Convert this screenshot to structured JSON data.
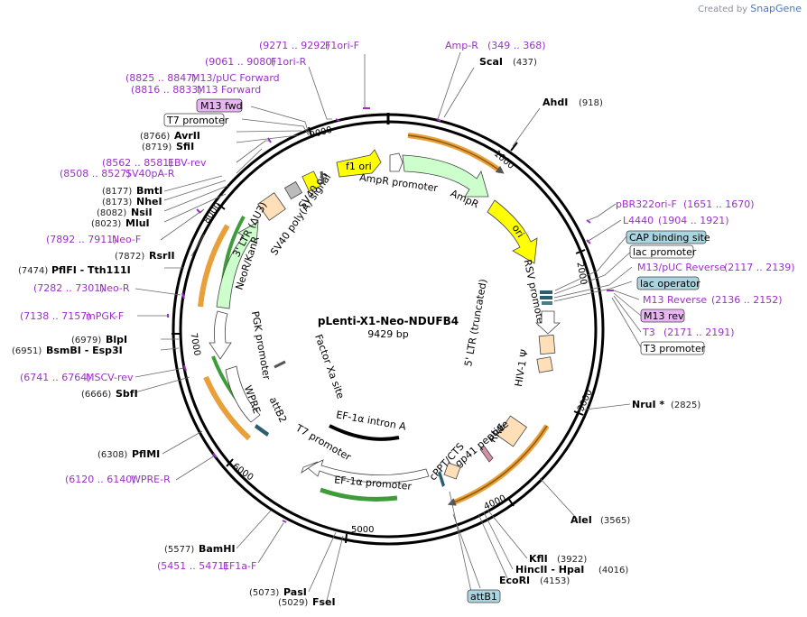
{
  "brand": {
    "prefix": "Created by",
    "name": "SnapGene"
  },
  "plasmid": {
    "name": "pLenti-X1-Neo-NDUFB4",
    "size": "9429 bp"
  },
  "ticks": [
    "1000",
    "2000",
    "3000",
    "4000",
    "5000",
    "6000",
    "7000",
    "8000",
    "9000"
  ],
  "enzymes": [
    {
      "name": "ScaI",
      "pos": "(437)"
    },
    {
      "name": "AhdI",
      "pos": "(918)"
    },
    {
      "name": "NruI *",
      "pos": "(2825)"
    },
    {
      "name": "AleI",
      "pos": "(3565)"
    },
    {
      "name": "KflI",
      "pos": "(3922)"
    },
    {
      "name": "HincII - HpaI",
      "pos": "(4016)"
    },
    {
      "name": "EcoRI",
      "pos": "(4153)"
    },
    {
      "name": "FseI",
      "pos": "(5029)"
    },
    {
      "name": "PasI",
      "pos": "(5073)"
    },
    {
      "name": "BamHI",
      "pos": "(5577)"
    },
    {
      "name": "PflMI",
      "pos": "(6308)"
    },
    {
      "name": "SbfI",
      "pos": "(6666)"
    },
    {
      "name": "BsmBI - Esp3I",
      "pos": "(6951)"
    },
    {
      "name": "BlpI",
      "pos": "(6979)"
    },
    {
      "name": "PflFI - Tth111I",
      "pos": "(7474)"
    },
    {
      "name": "RsrII",
      "pos": "(7872)"
    },
    {
      "name": "MluI",
      "pos": "(8023)"
    },
    {
      "name": "NsiI",
      "pos": "(8082)"
    },
    {
      "name": "NheI",
      "pos": "(8173)"
    },
    {
      "name": "BmtI",
      "pos": "(8177)"
    },
    {
      "name": "SfiI",
      "pos": "(8719)"
    },
    {
      "name": "AvrII",
      "pos": "(8766)"
    }
  ],
  "primers": [
    {
      "name": "F1ori-F",
      "pos": "(9271 .. 9292)"
    },
    {
      "name": "F1ori-R",
      "pos": "(9061 .. 9080)"
    },
    {
      "name": "M13/pUC Forward",
      "pos": "(8825 .. 8847)"
    },
    {
      "name": "M13 Forward",
      "pos": "(8816 .. 8833)"
    },
    {
      "name": "EBV-rev",
      "pos": "(8562 .. 8581)"
    },
    {
      "name": "SV40pA-R",
      "pos": "(8508 .. 8527)"
    },
    {
      "name": "Neo-F",
      "pos": "(7892 .. 7911)"
    },
    {
      "name": "Neo-R",
      "pos": "(7282 .. 7301)"
    },
    {
      "name": "mPGK-F",
      "pos": "(7138 .. 7157)"
    },
    {
      "name": "MSCV-rev",
      "pos": "(6741 .. 6764)"
    },
    {
      "name": "WPRE-R",
      "pos": "(6120 .. 6140)"
    },
    {
      "name": "EF1a-F",
      "pos": "(5451 .. 5471)"
    },
    {
      "name": "Amp-R",
      "pos": "(349 .. 368)"
    },
    {
      "name": "pBR322ori-F",
      "pos": "(1651 .. 1670)"
    },
    {
      "name": "L4440",
      "pos": "(1904 .. 1921)"
    },
    {
      "name": "M13/pUC Reverse",
      "pos": "(2117 .. 2139)"
    },
    {
      "name": "M13 Reverse",
      "pos": "(2136 .. 2152)"
    },
    {
      "name": "T3",
      "pos": "(2171 .. 2191)"
    }
  ],
  "tags": {
    "m13_fwd": "M13 fwd",
    "t7_promoter": "T7 promoter",
    "cap_site": "CAP binding site",
    "lac_promoter": "lac promoter",
    "lac_operator": "lac operator",
    "m13_rev": "M13 rev",
    "t3_promoter": "T3 promoter",
    "attb1": "attB1"
  },
  "features": {
    "f1_ori": "f1 ori",
    "ampr_promoter": "AmpR promoter",
    "ampr": "AmpR",
    "ori": "ori",
    "rsv_promoter": "RSV promoter",
    "ltr5": "5' LTR (truncated)",
    "hiv_psi": "HIV-1 Ψ",
    "rre": "RRE",
    "gp41": "gp41 peptide",
    "cppt": "cPPT/CTS",
    "ef1a_intron": "EF-1α intron A",
    "ef1a_promoter": "EF-1α promoter",
    "t7_promoter_inner": "T7 promoter",
    "factor_xa": "Factor Xa site",
    "attb2": "attB2",
    "wpre": "WPRE",
    "pgk": "PGK promoter",
    "neo": "NeoR/KanR",
    "ltr3": "3' LTR (ΔU3)",
    "sv40_polya": "SV40 poly(A) signal",
    "sv40_ori": "SV40 ori"
  },
  "colors": {
    "primer": "#9b30c8",
    "orf_orange": "#e9a03a",
    "orf_green": "#3e9d3a",
    "ori_yellow": "#ffff00",
    "ampr_green": "#ccffcc",
    "ltr_peach": "#ffdfb8",
    "tag_blue": "#aad4df",
    "tag_purple": "#e7b6f2"
  }
}
